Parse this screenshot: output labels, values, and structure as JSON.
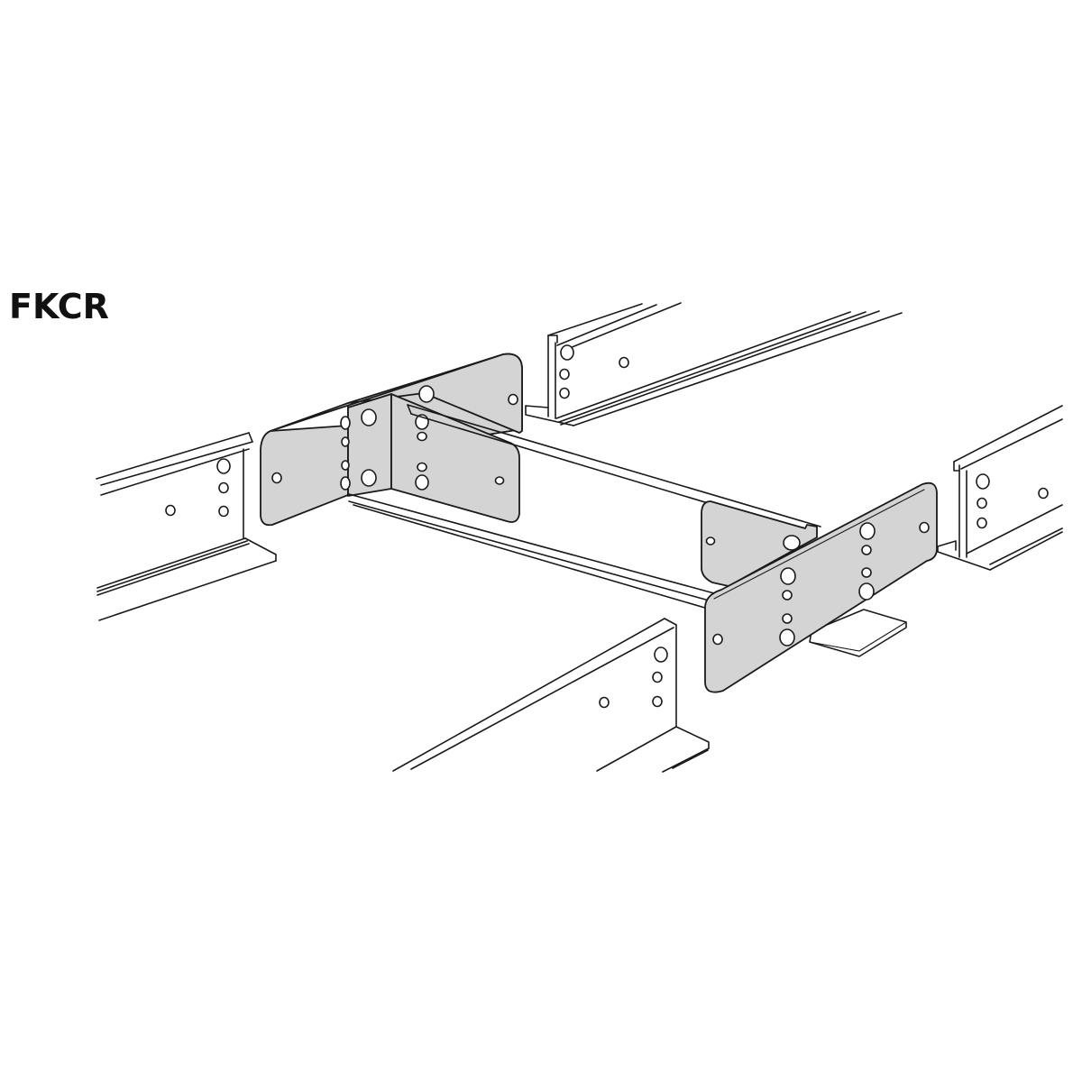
{
  "diagram": {
    "title": "FKCR",
    "subject": "cable ladder splice connector assembly",
    "colors": {
      "plate_fill": "#d4d4d4",
      "outline": "#1a1a1a",
      "background": "#ffffff"
    },
    "components": [
      {
        "id": "rail-left",
        "label": "side rail (left, upper)"
      },
      {
        "id": "rail-back",
        "label": "side rail (back, top)"
      },
      {
        "id": "rail-right",
        "label": "side rail (right)"
      },
      {
        "id": "rail-front",
        "label": "side rail (front, bottom)"
      },
      {
        "id": "splice-plate-left",
        "label": "splice plate with 90° bend (left)"
      },
      {
        "id": "splice-plate-right",
        "label": "straight splice plate (right)"
      },
      {
        "id": "cross-rungs",
        "label": "connecting rungs"
      },
      {
        "id": "support-tab",
        "label": "support tab"
      }
    ]
  }
}
